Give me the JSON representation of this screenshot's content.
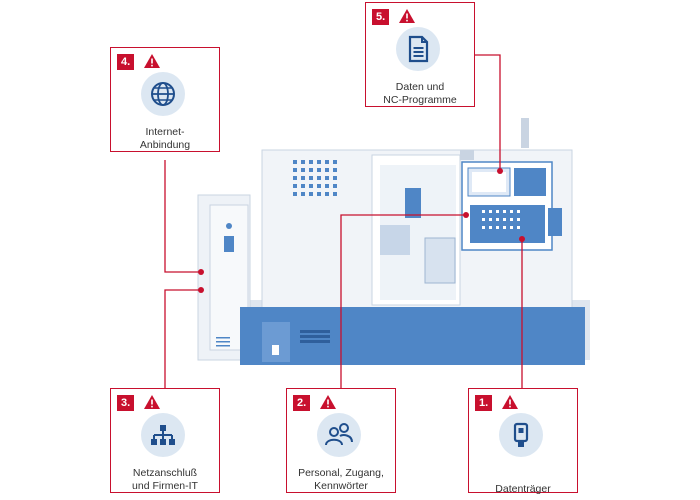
{
  "colors": {
    "accent": "#c8102e",
    "machine_blue": "#4f86c6",
    "machine_light": "#dfe6ef",
    "icon_bg": "#dce7f2",
    "icon": "#1f4e8c"
  },
  "cards": [
    {
      "number": "5.",
      "label_line1": "Daten und",
      "label_line2": "NC-Programme",
      "icon": "document-icon"
    },
    {
      "number": "4.",
      "label_line1": "Internet-",
      "label_line2": "Anbindung",
      "icon": "globe-icon"
    },
    {
      "number": "3.",
      "label_line1": "Netzanschluß",
      "label_line2": "und Firmen-IT",
      "icon": "network-icon"
    },
    {
      "number": "2.",
      "label_line1": "Personal, Zugang,",
      "label_line2": "Kennwörter",
      "icon": "people-icon"
    },
    {
      "number": "1.",
      "label_line1": "Datenträger",
      "label_line2": "",
      "icon": "usb-stick-icon"
    }
  ]
}
